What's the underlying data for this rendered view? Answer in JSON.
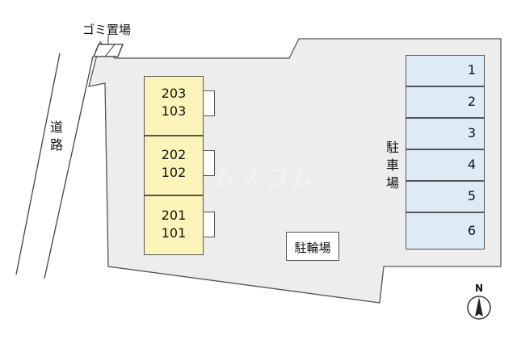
{
  "garbage_label": "ゴミ置場",
  "road_label": "道路",
  "parking_label": "駐車場",
  "bicycle_label": "駐輪場",
  "north_label": "N",
  "watermark": "ホームスコム",
  "units": [
    {
      "upper": "203",
      "lower": "103"
    },
    {
      "upper": "202",
      "lower": "102"
    },
    {
      "upper": "201",
      "lower": "101"
    }
  ],
  "parking_spaces": [
    "1",
    "2",
    "3",
    "4",
    "5",
    "6"
  ],
  "colors": {
    "lot": "#ededed",
    "unit_fill": "#fbf4b8",
    "parking_fill": "#dcebf6",
    "outline": "#555555"
  }
}
